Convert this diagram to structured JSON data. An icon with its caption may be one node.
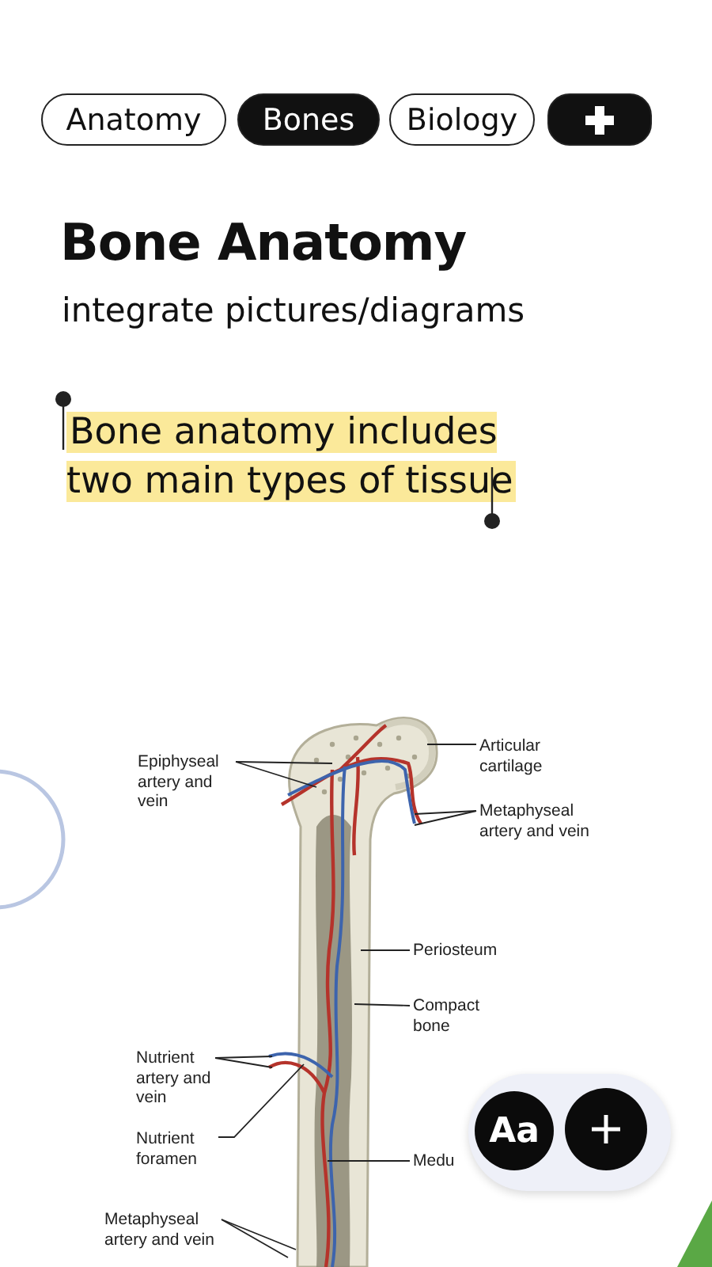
{
  "diagram": {
    "title": "Bone Anatomy",
    "nodes": [
      {
        "text": [
          "Epiphyseal artery and vein"
        ]
      },
      {
        "text": [
          "Articular cartilage"
        ]
      },
      {
        "text": [
          "Metaphyseal artery and vein"
        ]
      },
      {
        "text": [
          "Periosteum"
        ]
      },
      {
        "text": [
          "Compact bone"
        ]
      },
      {
        "text": [
          "Nutrient artery and vein"
        ]
      },
      {
        "text": [
          "Nutrient foramen"
        ]
      },
      {
        "text": [
          "Medu"
        ]
      },
      {
        "text": [
          "Metaphyseal artery and vein"
        ]
      },
      {
        "text": [],
        "shape": "picture"
      },
      {
        "text": [],
        "shape": "circle"
      }
    ],
    "edges": [
      {
        "from": 0,
        "to": 9,
        "arrow": "none"
      },
      {
        "from": 0,
        "to": 9,
        "arrow": "none"
      },
      {
        "from": 1,
        "to": 9,
        "arrow": "none"
      },
      {
        "from": 2,
        "to": 9,
        "arrow": "none"
      },
      {
        "from": 2,
        "to": 9,
        "arrow": "none"
      },
      {
        "from": 3,
        "to": 9,
        "arrow": "none"
      },
      {
        "from": 4,
        "to": 9,
        "arrow": "none"
      },
      {
        "from": 5,
        "to": 9,
        "arrow": "none"
      },
      {
        "from": 5,
        "to": 9,
        "arrow": "none"
      },
      {
        "from": 6,
        "to": 9,
        "arrow": "none"
      },
      {
        "from": 7,
        "to": 9,
        "arrow": "none"
      },
      {
        "from": 8,
        "to": 9,
        "arrow": "none"
      },
      {
        "from": 8,
        "to": 9,
        "arrow": "none"
      }
    ],
    "labels": [
      "Anatomy",
      "Bones",
      "Biology",
      "integrate pictures/diagrams",
      "Bone anatomy includes two main types of tissue",
      "Aa"
    ]
  }
}
